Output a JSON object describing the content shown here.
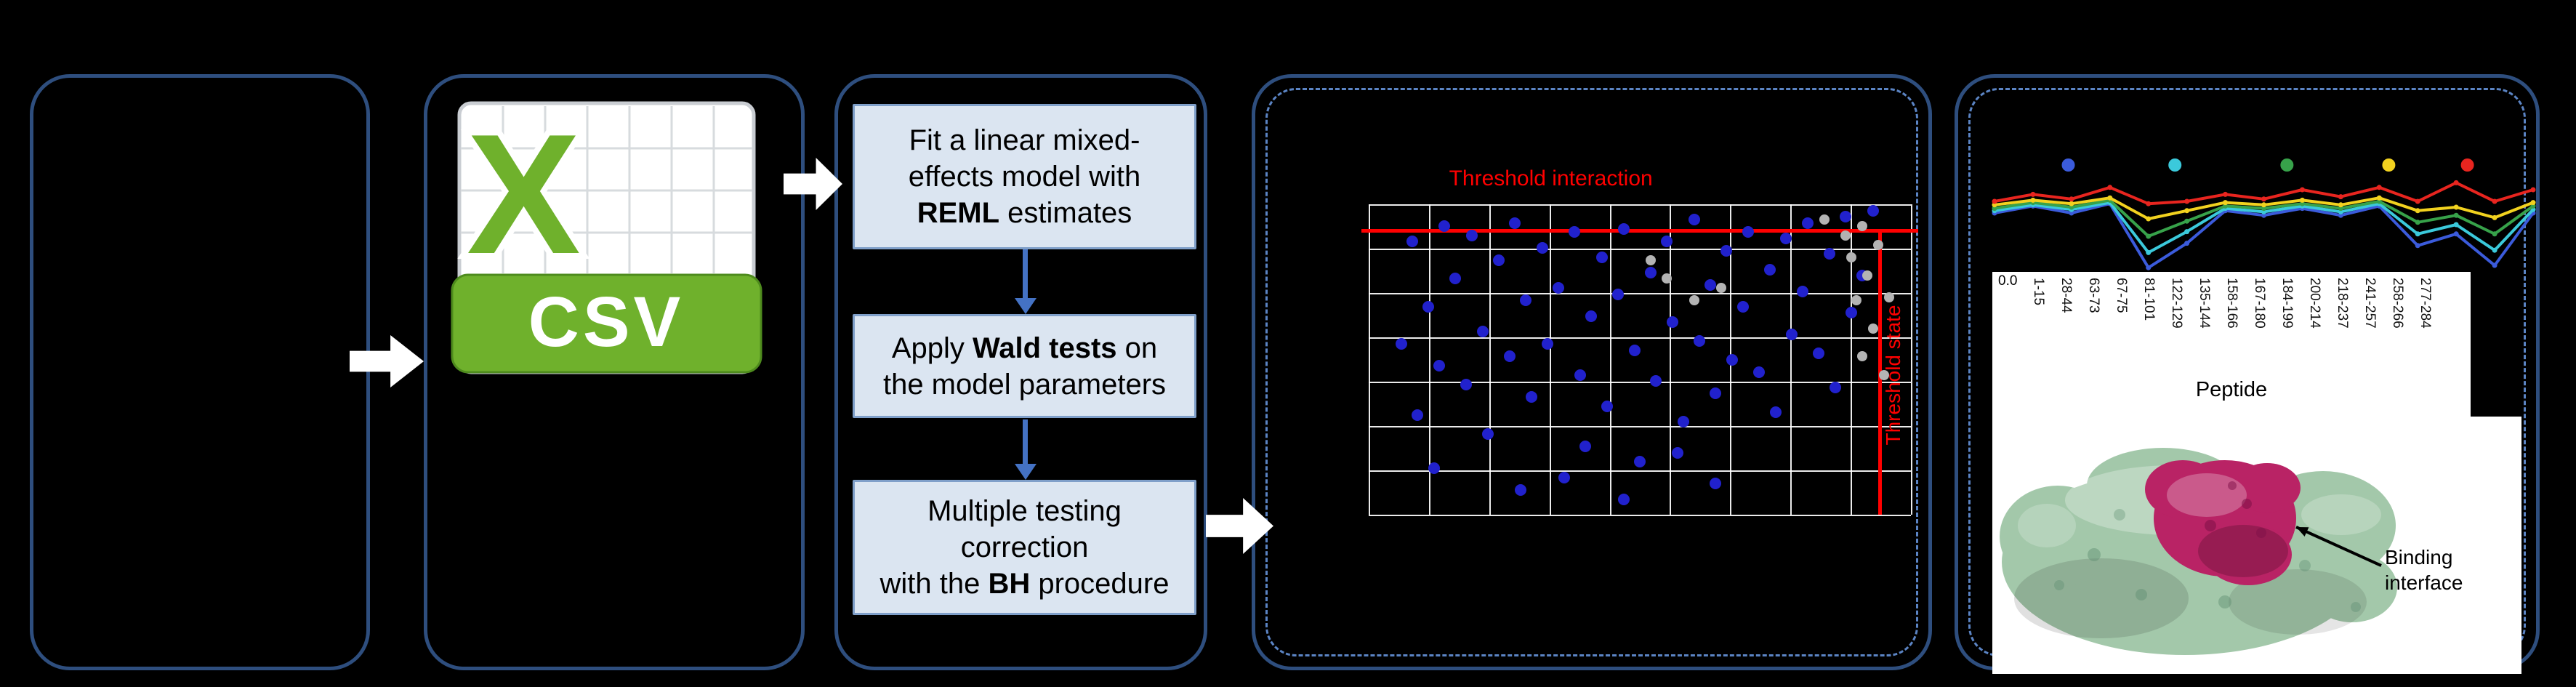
{
  "figure": {
    "background": "#000000",
    "colors": {
      "panel_border": "#2e4e7e",
      "dashed_border": "#5b84c4",
      "step_fill": "#dbe5f1",
      "step_border": "#7f9fc9",
      "flow_arrow_blue": "#4472c4",
      "block_arrow_white": "#ffffff",
      "threshold_red": "#ff0000",
      "grid_white": "#ffffff",
      "csv_green": "#6fb12c",
      "surface_green": "#a3c8aa",
      "interface_magenta": "#b92365"
    }
  },
  "flow": {
    "csv_icon": {
      "logo_letter": "X",
      "file_type_label": "CSV"
    },
    "steps": [
      {
        "lines": [
          "Fit a linear mixed-",
          "effects model with",
          "**REML** estimates"
        ]
      },
      {
        "lines": [
          "Apply **Wald tests** on",
          "the model parameters"
        ]
      },
      {
        "lines": [
          "Multiple testing",
          "correction",
          "with the **BH** procedure"
        ]
      }
    ]
  },
  "structure": {
    "annotation_line1": "Binding",
    "annotation_line2": "interface"
  },
  "chart_data": [
    {
      "id": "significance-scatter",
      "type": "scatter",
      "title": "Threshold interaction",
      "rotated_right_label": "Threshold state",
      "grid": {
        "cols": 9,
        "rows": 7
      },
      "thresholds": {
        "horizontal_y_frac": 0.085,
        "vertical_x_frac": 0.942,
        "color": "#ff0000"
      },
      "series": [
        {
          "name": "significant-peptides",
          "color": "#2121cd",
          "marker_px": 16,
          "points": [
            [
              0.06,
              0.45
            ],
            [
              0.08,
              0.12
            ],
            [
              0.09,
              0.68
            ],
            [
              0.11,
              0.33
            ],
            [
              0.13,
              0.52
            ],
            [
              0.14,
              0.07
            ],
            [
              0.16,
              0.24
            ],
            [
              0.18,
              0.58
            ],
            [
              0.19,
              0.1
            ],
            [
              0.21,
              0.41
            ],
            [
              0.22,
              0.74
            ],
            [
              0.24,
              0.18
            ],
            [
              0.26,
              0.49
            ],
            [
              0.27,
              0.06
            ],
            [
              0.29,
              0.31
            ],
            [
              0.3,
              0.62
            ],
            [
              0.32,
              0.14
            ],
            [
              0.33,
              0.45
            ],
            [
              0.35,
              0.27
            ],
            [
              0.36,
              0.88
            ],
            [
              0.38,
              0.09
            ],
            [
              0.39,
              0.55
            ],
            [
              0.41,
              0.36
            ],
            [
              0.43,
              0.17
            ],
            [
              0.44,
              0.65
            ],
            [
              0.46,
              0.29
            ],
            [
              0.47,
              0.08
            ],
            [
              0.49,
              0.47
            ],
            [
              0.5,
              0.83
            ],
            [
              0.52,
              0.22
            ],
            [
              0.53,
              0.57
            ],
            [
              0.55,
              0.12
            ],
            [
              0.56,
              0.38
            ],
            [
              0.58,
              0.7
            ],
            [
              0.6,
              0.05
            ],
            [
              0.61,
              0.44
            ],
            [
              0.63,
              0.26
            ],
            [
              0.64,
              0.61
            ],
            [
              0.66,
              0.15
            ],
            [
              0.67,
              0.5
            ],
            [
              0.69,
              0.33
            ],
            [
              0.7,
              0.09
            ],
            [
              0.72,
              0.54
            ],
            [
              0.74,
              0.21
            ],
            [
              0.75,
              0.67
            ],
            [
              0.77,
              0.11
            ],
            [
              0.78,
              0.42
            ],
            [
              0.8,
              0.28
            ],
            [
              0.81,
              0.06
            ],
            [
              0.83,
              0.48
            ],
            [
              0.85,
              0.16
            ],
            [
              0.86,
              0.59
            ],
            [
              0.88,
              0.04
            ],
            [
              0.89,
              0.35
            ],
            [
              0.91,
              0.23
            ],
            [
              0.93,
              0.02
            ],
            [
              0.28,
              0.92
            ],
            [
              0.47,
              0.95
            ],
            [
              0.12,
              0.85
            ],
            [
              0.64,
              0.9
            ],
            [
              0.4,
              0.78
            ],
            [
              0.57,
              0.8
            ]
          ]
        },
        {
          "name": "non-significant-peptides",
          "color": "#b3b3b3",
          "marker_px": 14,
          "points": [
            [
              0.84,
              0.05
            ],
            [
              0.88,
              0.1
            ],
            [
              0.91,
              0.07
            ],
            [
              0.89,
              0.17
            ],
            [
              0.92,
              0.23
            ],
            [
              0.9,
              0.31
            ],
            [
              0.93,
              0.4
            ],
            [
              0.91,
              0.49
            ],
            [
              0.94,
              0.13
            ],
            [
              0.96,
              0.3
            ],
            [
              0.95,
              0.55
            ],
            [
              0.55,
              0.24
            ],
            [
              0.6,
              0.31
            ],
            [
              0.65,
              0.27
            ],
            [
              0.52,
              0.18
            ]
          ]
        }
      ]
    },
    {
      "id": "deuterium-uptake-profile",
      "type": "line",
      "y_axis_tick": "0.0",
      "xlabel": "Peptide",
      "x_categories": [
        "1-15",
        "28-44",
        "63-73",
        "67-75",
        "81-101",
        "122-129",
        "135-144",
        "158-166",
        "167-180",
        "184-199",
        "200-214",
        "218-237",
        "241-257",
        "258-266",
        "277-284"
      ],
      "legend_dots": {
        "x_frac": [
          0.137,
          0.335,
          0.543,
          0.732,
          0.878
        ],
        "colors": [
          "#3b5bdb",
          "#3bc9db",
          "#37a24a",
          "#f2d21f",
          "#e8251f"
        ]
      },
      "series": [
        {
          "name": "series-blue",
          "color": "#3b5bdb",
          "y_frac": [
            0.5,
            0.44,
            0.5,
            0.42,
            0.97,
            0.76,
            0.48,
            0.52,
            0.46,
            0.52,
            0.44,
            0.78,
            0.68,
            0.95,
            0.5
          ]
        },
        {
          "name": "series-cyan",
          "color": "#3bc9db",
          "y_frac": [
            0.48,
            0.43,
            0.47,
            0.41,
            0.84,
            0.66,
            0.46,
            0.49,
            0.44,
            0.49,
            0.42,
            0.68,
            0.6,
            0.82,
            0.47
          ]
        },
        {
          "name": "series-green",
          "color": "#37a24a",
          "y_frac": [
            0.46,
            0.41,
            0.45,
            0.39,
            0.7,
            0.57,
            0.44,
            0.46,
            0.42,
            0.46,
            0.4,
            0.58,
            0.52,
            0.68,
            0.44
          ]
        },
        {
          "name": "series-yellow",
          "color": "#f2d21f",
          "y_frac": [
            0.43,
            0.39,
            0.42,
            0.37,
            0.55,
            0.48,
            0.41,
            0.43,
            0.39,
            0.43,
            0.37,
            0.48,
            0.45,
            0.54,
            0.41
          ]
        },
        {
          "name": "series-red",
          "color": "#e8251f",
          "y_frac": [
            0.4,
            0.34,
            0.38,
            0.28,
            0.42,
            0.4,
            0.34,
            0.38,
            0.3,
            0.36,
            0.28,
            0.4,
            0.24,
            0.4,
            0.3
          ]
        }
      ]
    }
  ]
}
